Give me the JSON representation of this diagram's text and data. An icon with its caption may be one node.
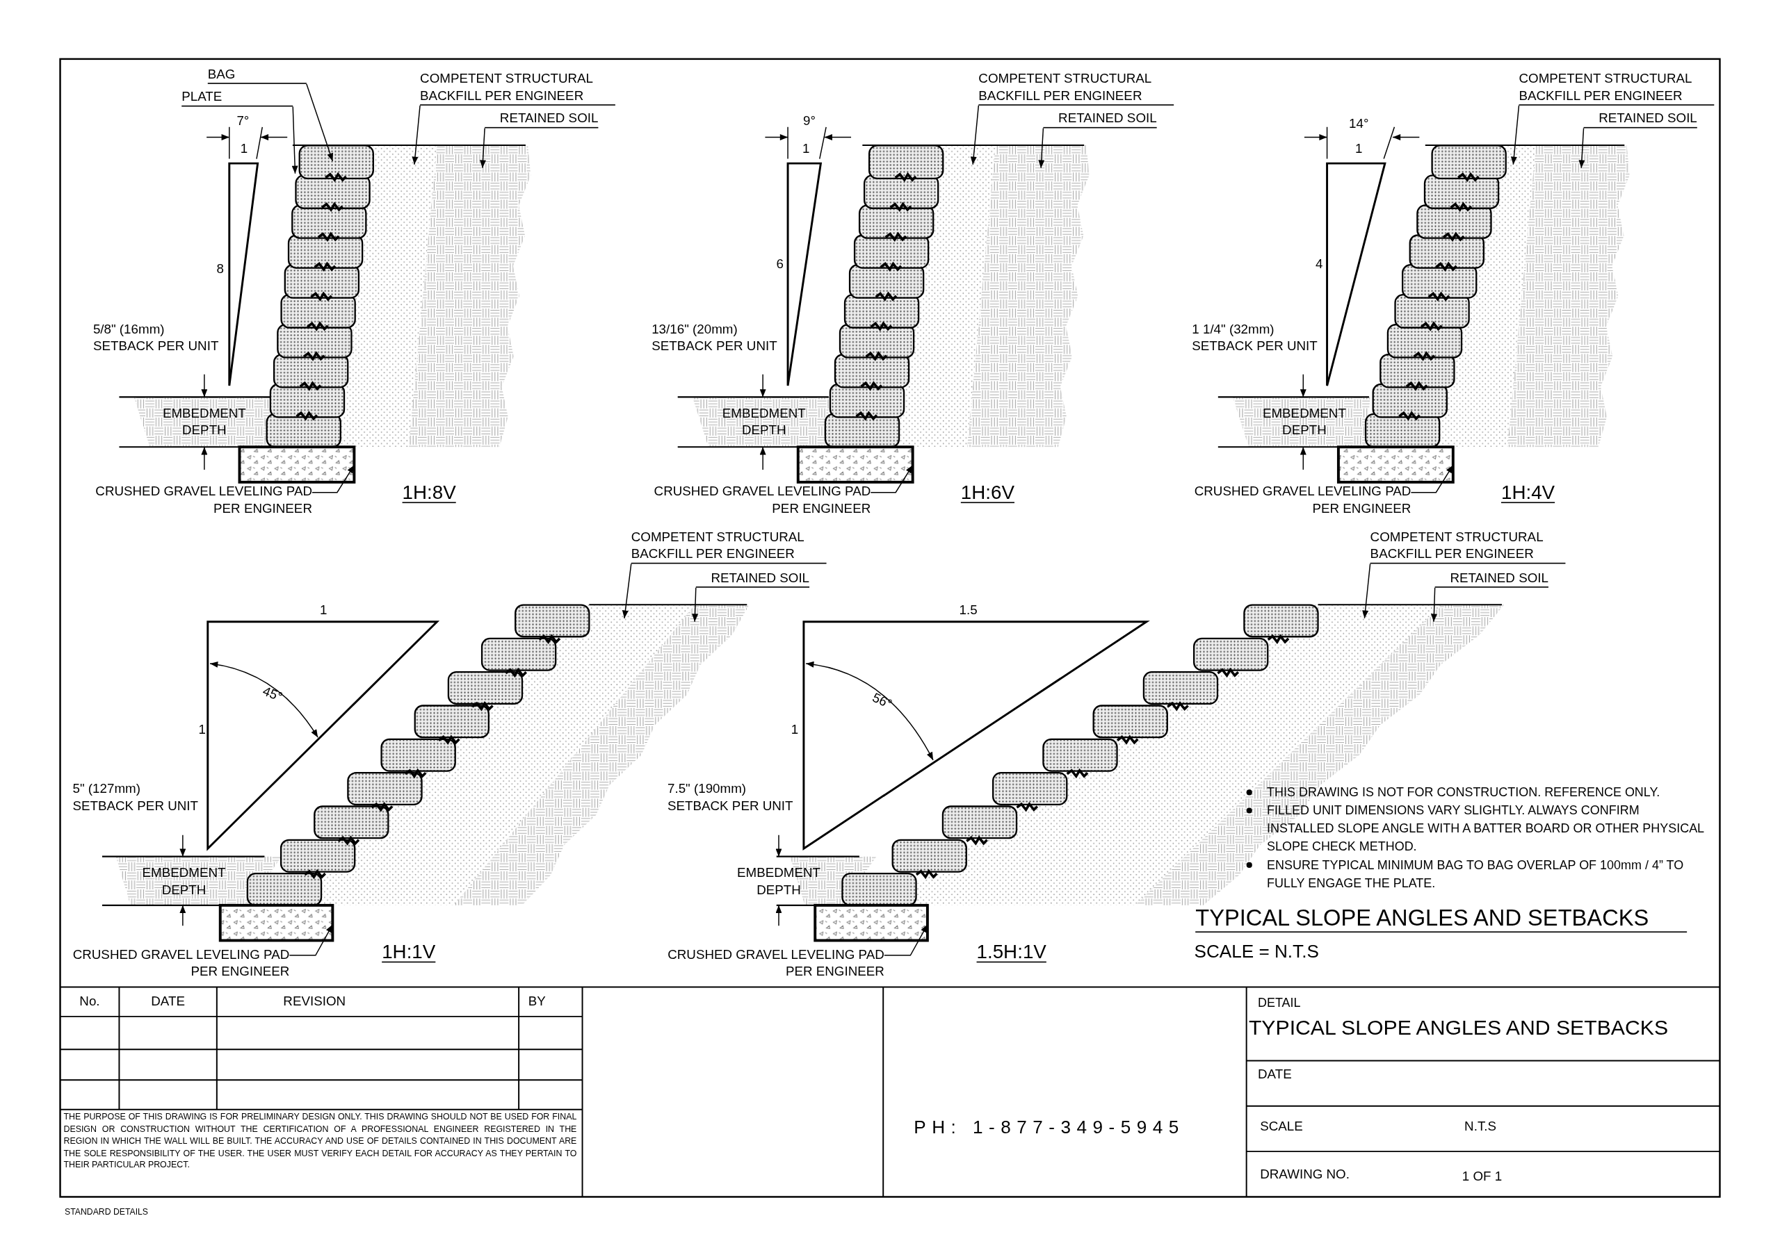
{
  "diagram": {
    "title": "TYPICAL SLOPE ANGLES AND SETBACKS",
    "nodes": [
      {
        "text": [
          "BAG"
        ]
      },
      {
        "text": [
          "PLATE"
        ]
      },
      {
        "text": [
          "COMPETENT STRUCTURAL BACKFILL PER ENGINEER"
        ]
      },
      {
        "text": [
          "RETAINED SOIL"
        ]
      },
      {
        "text": [
          "CRUSHED GRAVEL LEVELING PAD PER ENGINEER"
        ]
      },
      {
        "text": [
          "COMPETENT STRUCTURAL BACKFILL PER ENGINEER"
        ]
      },
      {
        "text": [
          "RETAINED SOIL"
        ]
      },
      {
        "text": [
          "CRUSHED GRAVEL LEVELING PAD PER ENGINEER"
        ]
      },
      {
        "text": [
          "COMPETENT STRUCTURAL BACKFILL PER ENGINEER"
        ]
      },
      {
        "text": [
          "RETAINED SOIL"
        ]
      },
      {
        "text": [
          "CRUSHED GRAVEL LEVELING PAD PER ENGINEER"
        ]
      },
      {
        "text": [
          "COMPETENT STRUCTURAL BACKFILL PER ENGINEER"
        ]
      },
      {
        "text": [
          "RETAINED SOIL"
        ]
      },
      {
        "text": [
          "CRUSHED GRAVEL LEVELING PAD PER ENGINEER"
        ]
      },
      {
        "text": [
          "COMPETENT STRUCTURAL BACKFILL PER ENGINEER"
        ]
      },
      {
        "text": [
          "RETAINED SOIL"
        ]
      },
      {
        "text": [
          "CRUSHED GRAVEL LEVELING PAD PER ENGINEER"
        ]
      },
      {
        "text": [],
        "shape": "picture",
        "beside": [
          "1H:8V"
        ]
      },
      {
        "text": [],
        "shape": "picture",
        "beside": [
          "1H:6V"
        ]
      },
      {
        "text": [],
        "shape": "picture",
        "beside": [
          "1H:4V"
        ]
      },
      {
        "text": [],
        "shape": "picture",
        "beside": [
          "1H:1V"
        ]
      },
      {
        "text": [],
        "shape": "picture",
        "beside": [
          "1.5H:1V"
        ]
      }
    ],
    "edges": [
      {
        "from": 0,
        "to": 17,
        "arrow": "to"
      },
      {
        "from": 1,
        "to": 17,
        "arrow": "to"
      },
      {
        "from": 2,
        "to": 17,
        "arrow": "to"
      },
      {
        "from": 3,
        "to": 17,
        "arrow": "to"
      },
      {
        "from": 4,
        "to": 17,
        "arrow": "to"
      },
      {
        "from": 5,
        "to": 18,
        "arrow": "to"
      },
      {
        "from": 6,
        "to": 18,
        "arrow": "to"
      },
      {
        "from": 7,
        "to": 18,
        "arrow": "to"
      },
      {
        "from": 8,
        "to": 19,
        "arrow": "to"
      },
      {
        "from": 9,
        "to": 19,
        "arrow": "to"
      },
      {
        "from": 10,
        "to": 19,
        "arrow": "to"
      },
      {
        "from": 11,
        "to": 20,
        "arrow": "to"
      },
      {
        "from": 12,
        "to": 20,
        "arrow": "to"
      },
      {
        "from": 13,
        "to": 20,
        "arrow": "to"
      },
      {
        "from": 14,
        "to": 21,
        "arrow": "to"
      },
      {
        "from": 15,
        "to": 21,
        "arrow": "to"
      },
      {
        "from": 16,
        "to": 21,
        "arrow": "to"
      }
    ],
    "labels": [
      "7°",
      "1",
      "8",
      "5/8\" (16mm) SETBACK PER UNIT",
      "EMBEDMENT DEPTH",
      "9°",
      "1",
      "6",
      "13/16\" (20mm) SETBACK PER UNIT",
      "EMBEDMENT DEPTH",
      "14°",
      "1",
      "4",
      "1 1/4\" (32mm) SETBACK PER UNIT",
      "EMBEDMENT DEPTH",
      "1",
      "45°",
      "1",
      "5\" (127mm) SETBACK PER UNIT",
      "EMBEDMENT DEPTH",
      "1.5",
      "56°",
      "1",
      "7.5\" (190mm) SETBACK PER UNIT",
      "EMBEDMENT DEPTH",
      "THIS DRAWING IS NOT FOR CONSTRUCTION. REFERENCE ONLY.",
      "FILLED UNIT DIMENSIONS VARY SLIGHTLY. ALWAYS CONFIRM INSTALLED SLOPE ANGLE WITH A BATTER BOARD OR OTHER PHYSICAL SLOPE CHECK METHOD.",
      "ENSURE TYPICAL MINIMUM BAG TO BAG OVERLAP OF 100mm / 4” TO FULLY ENGAGE THE PLATE.",
      "SCALE = N.T.S",
      "No.",
      "DATE",
      "REVISION",
      "BY",
      "THE PURPOSE OF THIS DRAWING IS FOR PRELIMINARY DESIGN ONLY. THIS DRAWING SHOULD NOT BE USED FOR FINAL DESIGN OR CONSTRUCTION WITHOUT THE CERTIFICATION OF A PROFESSIONAL ENGINEER REGISTERED IN THE REGION IN WHICH THE WALL WILL BE BUILT. THE ACCURACY AND USE OF DETAILS CONTAINED IN THIS DOCUMENT ARE THE SOLE RESPONSIBILITY OF THE USER. THE USER MUST VERIFY EACH DETAIL FOR ACCURACY AS THEY PERTAIN TO THEIR PARTICULAR PROJECT.",
      "PH: 1-877-349-5945",
      "DETAIL",
      "TYPICAL SLOPE ANGLES AND SETBACKS",
      "DATE",
      "SCALE",
      "N.T.S",
      "DRAWING NO.",
      "1 OF 1",
      "STANDARD DETAILS"
    ]
  }
}
